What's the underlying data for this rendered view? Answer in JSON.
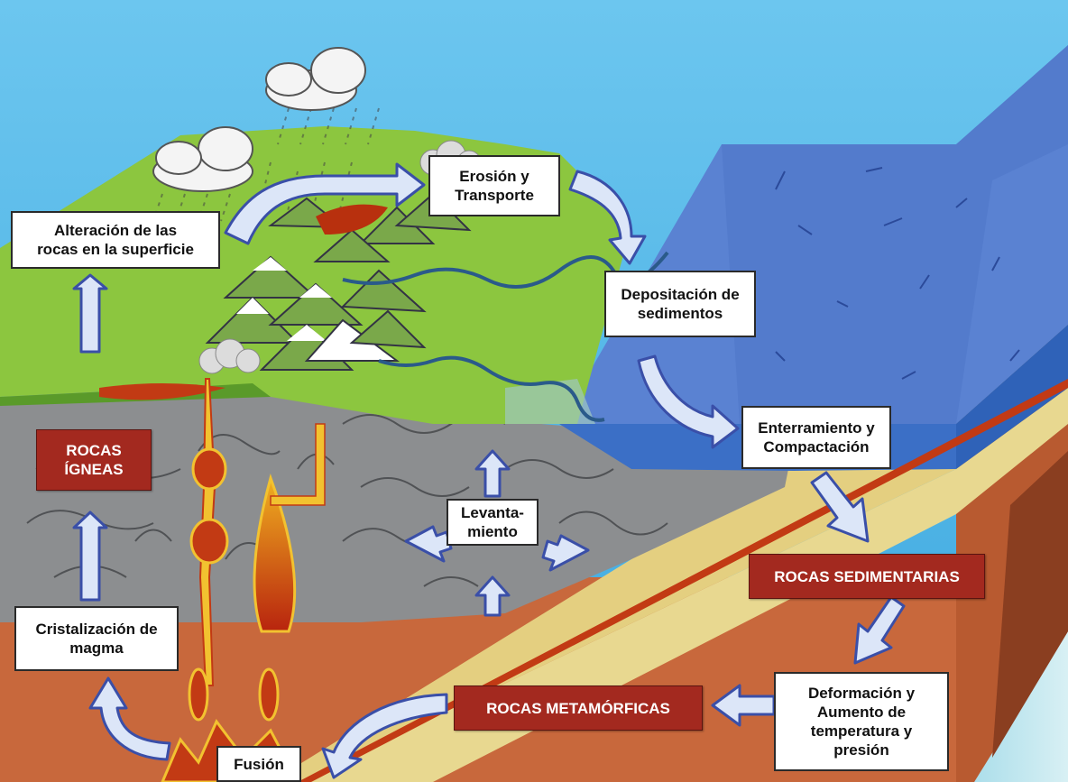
{
  "labels": {
    "alteracion": "Alteración de las\nrocas en la superficie",
    "erosion": "Erosión y\nTransporte",
    "depositacion": "Depositación de\nsedimentos",
    "enterramiento": "Enterramiento y\nCompactación",
    "levantamiento": "Levanta-\nmiento",
    "cristalizacion": "Cristalización de\nmagma",
    "fusion": "Fusión",
    "deformacion": "Deformación y\nAumento de\ntemperatura y\npresión"
  },
  "rocks": {
    "igneas": "ROCAS\nÍGNEAS",
    "sedimentarias": "ROCAS SEDIMENTARIAS",
    "metamorficas": "ROCAS METAMÓRFICAS"
  },
  "colors": {
    "sky": "#4fb8e8",
    "land": "#8cc63f",
    "ocean": "#5a82d2",
    "igneous_crust": "#8c8e90",
    "sediment_layer": "#e8d890",
    "mantle": "#c8683c",
    "rock_box": "#a3291f",
    "arrow_fill": "#dce6f8",
    "arrow_stroke": "#3a4fa8",
    "magma": "#c23a14",
    "magma_glow": "#f2c230"
  }
}
